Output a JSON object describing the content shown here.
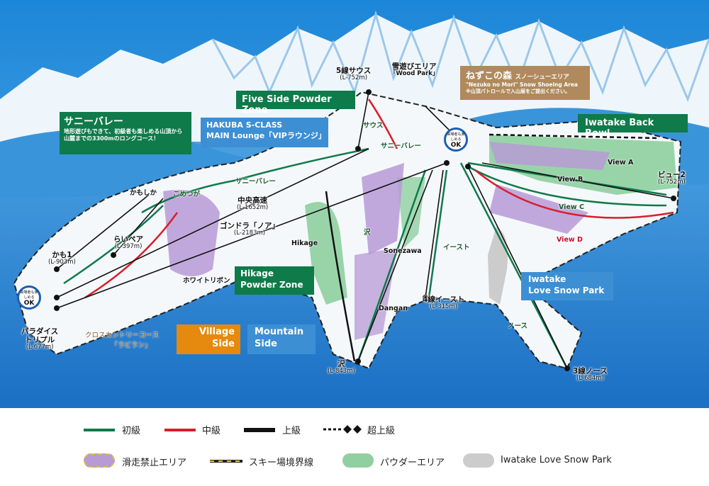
{
  "zones": {
    "five_side": "Five Side Powder Zone",
    "sunny_title": "サニーバレー",
    "sunny_desc": "地形遊びもできて、初級者も楽しめる山頂から山麓までの3300mのロングコース！",
    "hakuba_line1": "HAKUBA S-CLASS",
    "hakuba_line2": "MAIN Lounge「VIPラウンジ」",
    "nezuko_title": "ねずこの森",
    "nezuko_sub": "スノーシューエリア",
    "nezuko_en": "\"Nezuko no Mori\" Snow Shoeing Area",
    "nezuko_note": "※山頂パトロールで入山届をご提出ください。",
    "backbowl": "Iwatake Back Bowl",
    "hikage_line1": "Hikage",
    "hikage_line2": "Powder Zone",
    "love_line1": "Iwatake",
    "love_line2": "Love Snow Park",
    "village_line1": "Village",
    "village_line2": "Side",
    "mountain_line1": "Mountain",
    "mountain_line2": "Side"
  },
  "lifts": [
    {
      "name": "5線サウス",
      "len": "(L-752m)"
    },
    {
      "name": "雪遊びエリア",
      "len": "「Wood Park」"
    },
    {
      "name": "ビュー2",
      "len": "(L-752m)"
    },
    {
      "name": "中央高速",
      "len": "(L-1652m)"
    },
    {
      "name": "ゴンドラ「ノア」",
      "len": "(L-2183m)"
    },
    {
      "name": "らいペア",
      "len": "(L-397m)"
    },
    {
      "name": "かも1",
      "len": "(L-903m)"
    },
    {
      "name": "パラダイス",
      "len": "トリプル"
    },
    {
      "name": "(L-677m)",
      "len": ""
    },
    {
      "name": "4線イースト",
      "len": "(L-315m)"
    },
    {
      "name": "沢",
      "len": "(L-843m)"
    },
    {
      "name": "3線ノース",
      "len": "(L-684m)"
    }
  ],
  "runs": {
    "south": "サウス",
    "sunny1": "サニーバレー",
    "sunny2": "サニーバレー",
    "kamoshika": "かもしか",
    "kometsuga": "こめつが",
    "white_ribbon": "ホワイトリボン",
    "hikage": "Hikage",
    "sawa": "沢",
    "sonezawa": "Sonezawa",
    "dangan": "Dangan",
    "east": "イースト",
    "north": "ノース",
    "view_a": "View A",
    "view_b": "View B",
    "view_c": "View C",
    "view_d": "View D",
    "xc_line1": "クロスカントリーコース",
    "xc_line2": "「ラビラン」"
  },
  "badge": {
    "top": "来場者も楽しめる",
    "ok": "OK"
  },
  "legend": {
    "beginner": "初級",
    "intermediate": "中級",
    "advanced": "上級",
    "expert": "超上級",
    "no_ski": "滑走禁止エリア",
    "boundary": "スキー場境界線",
    "powder": "パウダーエリア",
    "park": "Iwatake Love Snow Park"
  },
  "colors": {
    "beginner": "#0f7a4a",
    "intermediate": "#d81e2c",
    "advanced": "#111111",
    "powder": "#8fcfa0",
    "no_ski": "#b79ad6",
    "park": "#cccccc"
  }
}
